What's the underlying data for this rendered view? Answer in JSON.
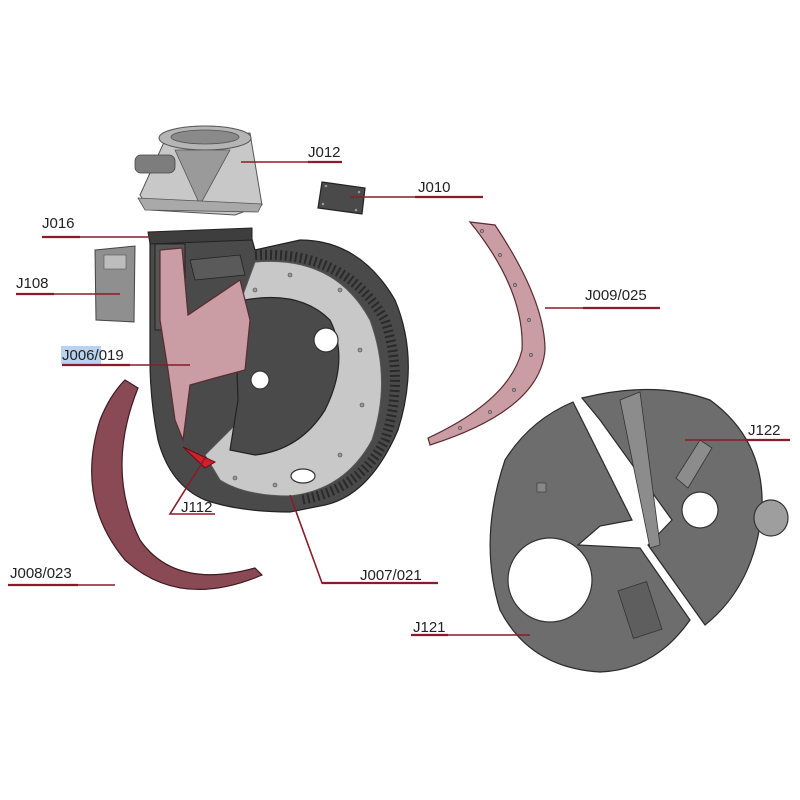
{
  "parts": [
    {
      "id": "J012"
    },
    {
      "id": "J010"
    },
    {
      "id": "J016"
    },
    {
      "id": "J108"
    },
    {
      "id": "J006/019",
      "highlighted_prefix": "J006"
    },
    {
      "id": "J009/025"
    },
    {
      "id": "J122"
    },
    {
      "id": "J112"
    },
    {
      "id": "J008/023"
    },
    {
      "id": "J007/021"
    },
    {
      "id": "J121"
    }
  ],
  "colors": {
    "leader_line": "#8b1a2a",
    "dark_steel": "#4a4a4a",
    "light_steel": "#c8c8c8",
    "pink_panel": "#c99da3",
    "maroon_band": "#8a4a55",
    "selection_highlight": "#b9d2ef"
  }
}
